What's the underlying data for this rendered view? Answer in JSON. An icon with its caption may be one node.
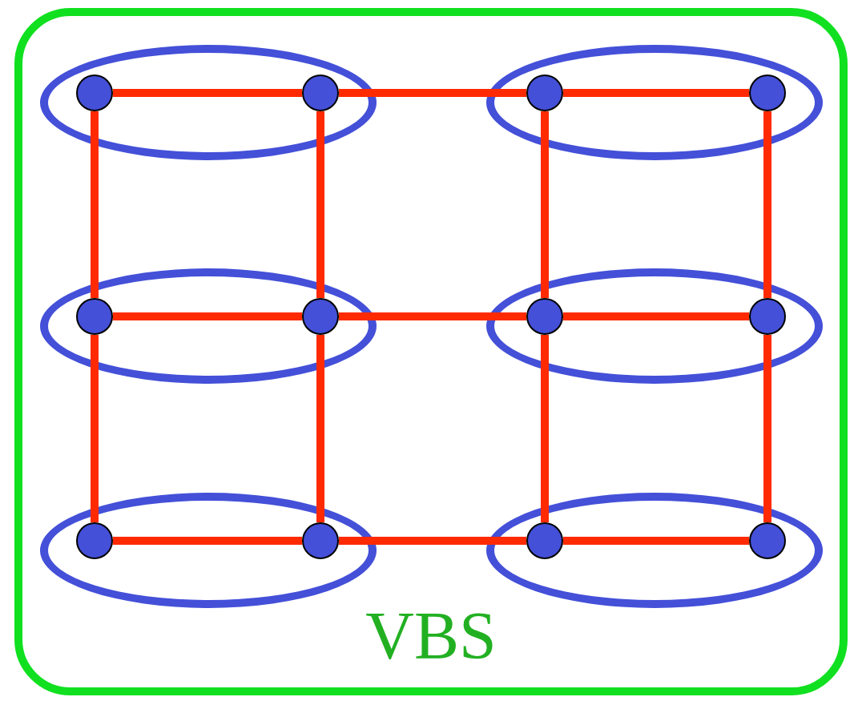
{
  "diagram": {
    "nodes": [
      {
        "text": [
          "VBS"
        ]
      },
      {
        "text": [],
        "shape": "ellipse",
        "in": 0
      },
      {
        "text": [],
        "shape": "ellipse",
        "in": 0
      },
      {
        "text": [],
        "shape": "ellipse",
        "in": 0
      },
      {
        "text": [],
        "shape": "ellipse",
        "in": 0
      },
      {
        "text": [],
        "shape": "ellipse",
        "in": 0
      },
      {
        "text": [],
        "shape": "ellipse",
        "in": 0
      },
      {
        "text": [],
        "shape": "circle",
        "in": 1
      },
      {
        "text": [],
        "shape": "circle",
        "in": 1
      },
      {
        "text": [],
        "shape": "circle",
        "in": 2
      },
      {
        "text": [],
        "shape": "circle",
        "in": 2
      },
      {
        "text": [],
        "shape": "circle",
        "in": 3
      },
      {
        "text": [],
        "shape": "circle",
        "in": 3
      },
      {
        "text": [],
        "shape": "circle",
        "in": 4
      },
      {
        "text": [],
        "shape": "circle",
        "in": 4
      },
      {
        "text": [],
        "shape": "circle",
        "in": 5
      },
      {
        "text": [],
        "shape": "circle",
        "in": 5
      },
      {
        "text": [],
        "shape": "circle",
        "in": 6
      },
      {
        "text": [],
        "shape": "circle",
        "in": 6
      }
    ],
    "edges": [
      {
        "from": 7,
        "to": 8,
        "arrow": "none"
      },
      {
        "from": 8,
        "to": 9,
        "arrow": "none"
      },
      {
        "from": 9,
        "to": 10,
        "arrow": "none"
      },
      {
        "from": 11,
        "to": 12,
        "arrow": "none"
      },
      {
        "from": 12,
        "to": 13,
        "arrow": "none"
      },
      {
        "from": 13,
        "to": 14,
        "arrow": "none"
      },
      {
        "from": 15,
        "to": 16,
        "arrow": "none"
      },
      {
        "from": 16,
        "to": 17,
        "arrow": "none"
      },
      {
        "from": 17,
        "to": 18,
        "arrow": "none"
      },
      {
        "from": 7,
        "to": 11,
        "arrow": "none"
      },
      {
        "from": 11,
        "to": 15,
        "arrow": "none"
      },
      {
        "from": 8,
        "to": 12,
        "arrow": "none"
      },
      {
        "from": 12,
        "to": 16,
        "arrow": "none"
      },
      {
        "from": 9,
        "to": 13,
        "arrow": "none"
      },
      {
        "from": 13,
        "to": 17,
        "arrow": "none"
      },
      {
        "from": 10,
        "to": 14,
        "arrow": "none"
      },
      {
        "from": 14,
        "to": 18,
        "arrow": "none"
      }
    ]
  }
}
